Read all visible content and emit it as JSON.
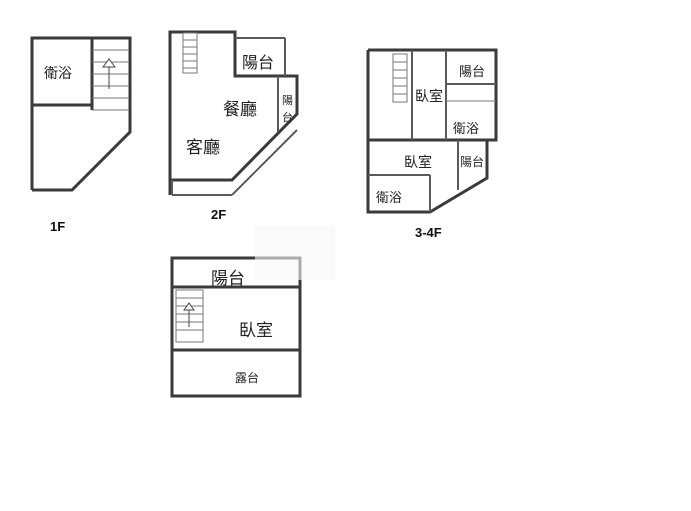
{
  "floors": [
    {
      "id": "1F",
      "label": "1F",
      "rooms": [
        {
          "name": "衛浴"
        }
      ],
      "stairs": "stair-up-arrow"
    },
    {
      "id": "2F",
      "label": "2F",
      "rooms": [
        {
          "name": "陽台"
        },
        {
          "name": "餐廳"
        },
        {
          "name": "陽台"
        },
        {
          "name": "客廳"
        }
      ],
      "stairs": "stair"
    },
    {
      "id": "3-4F",
      "label": "3-4F",
      "rooms": [
        {
          "name": "陽台"
        },
        {
          "name": "臥室"
        },
        {
          "name": "衛浴"
        },
        {
          "name": "臥室"
        },
        {
          "name": "陽台"
        },
        {
          "name": "衛浴"
        }
      ],
      "stairs": "stair"
    },
    {
      "id": "5F",
      "label": "",
      "rooms": [
        {
          "name": "陽台"
        },
        {
          "name": "臥室"
        },
        {
          "name": "露台"
        }
      ],
      "stairs": "stair-up-arrow"
    }
  ],
  "colors": {
    "wall": "#3a3a3a",
    "background": "#ffffff"
  }
}
